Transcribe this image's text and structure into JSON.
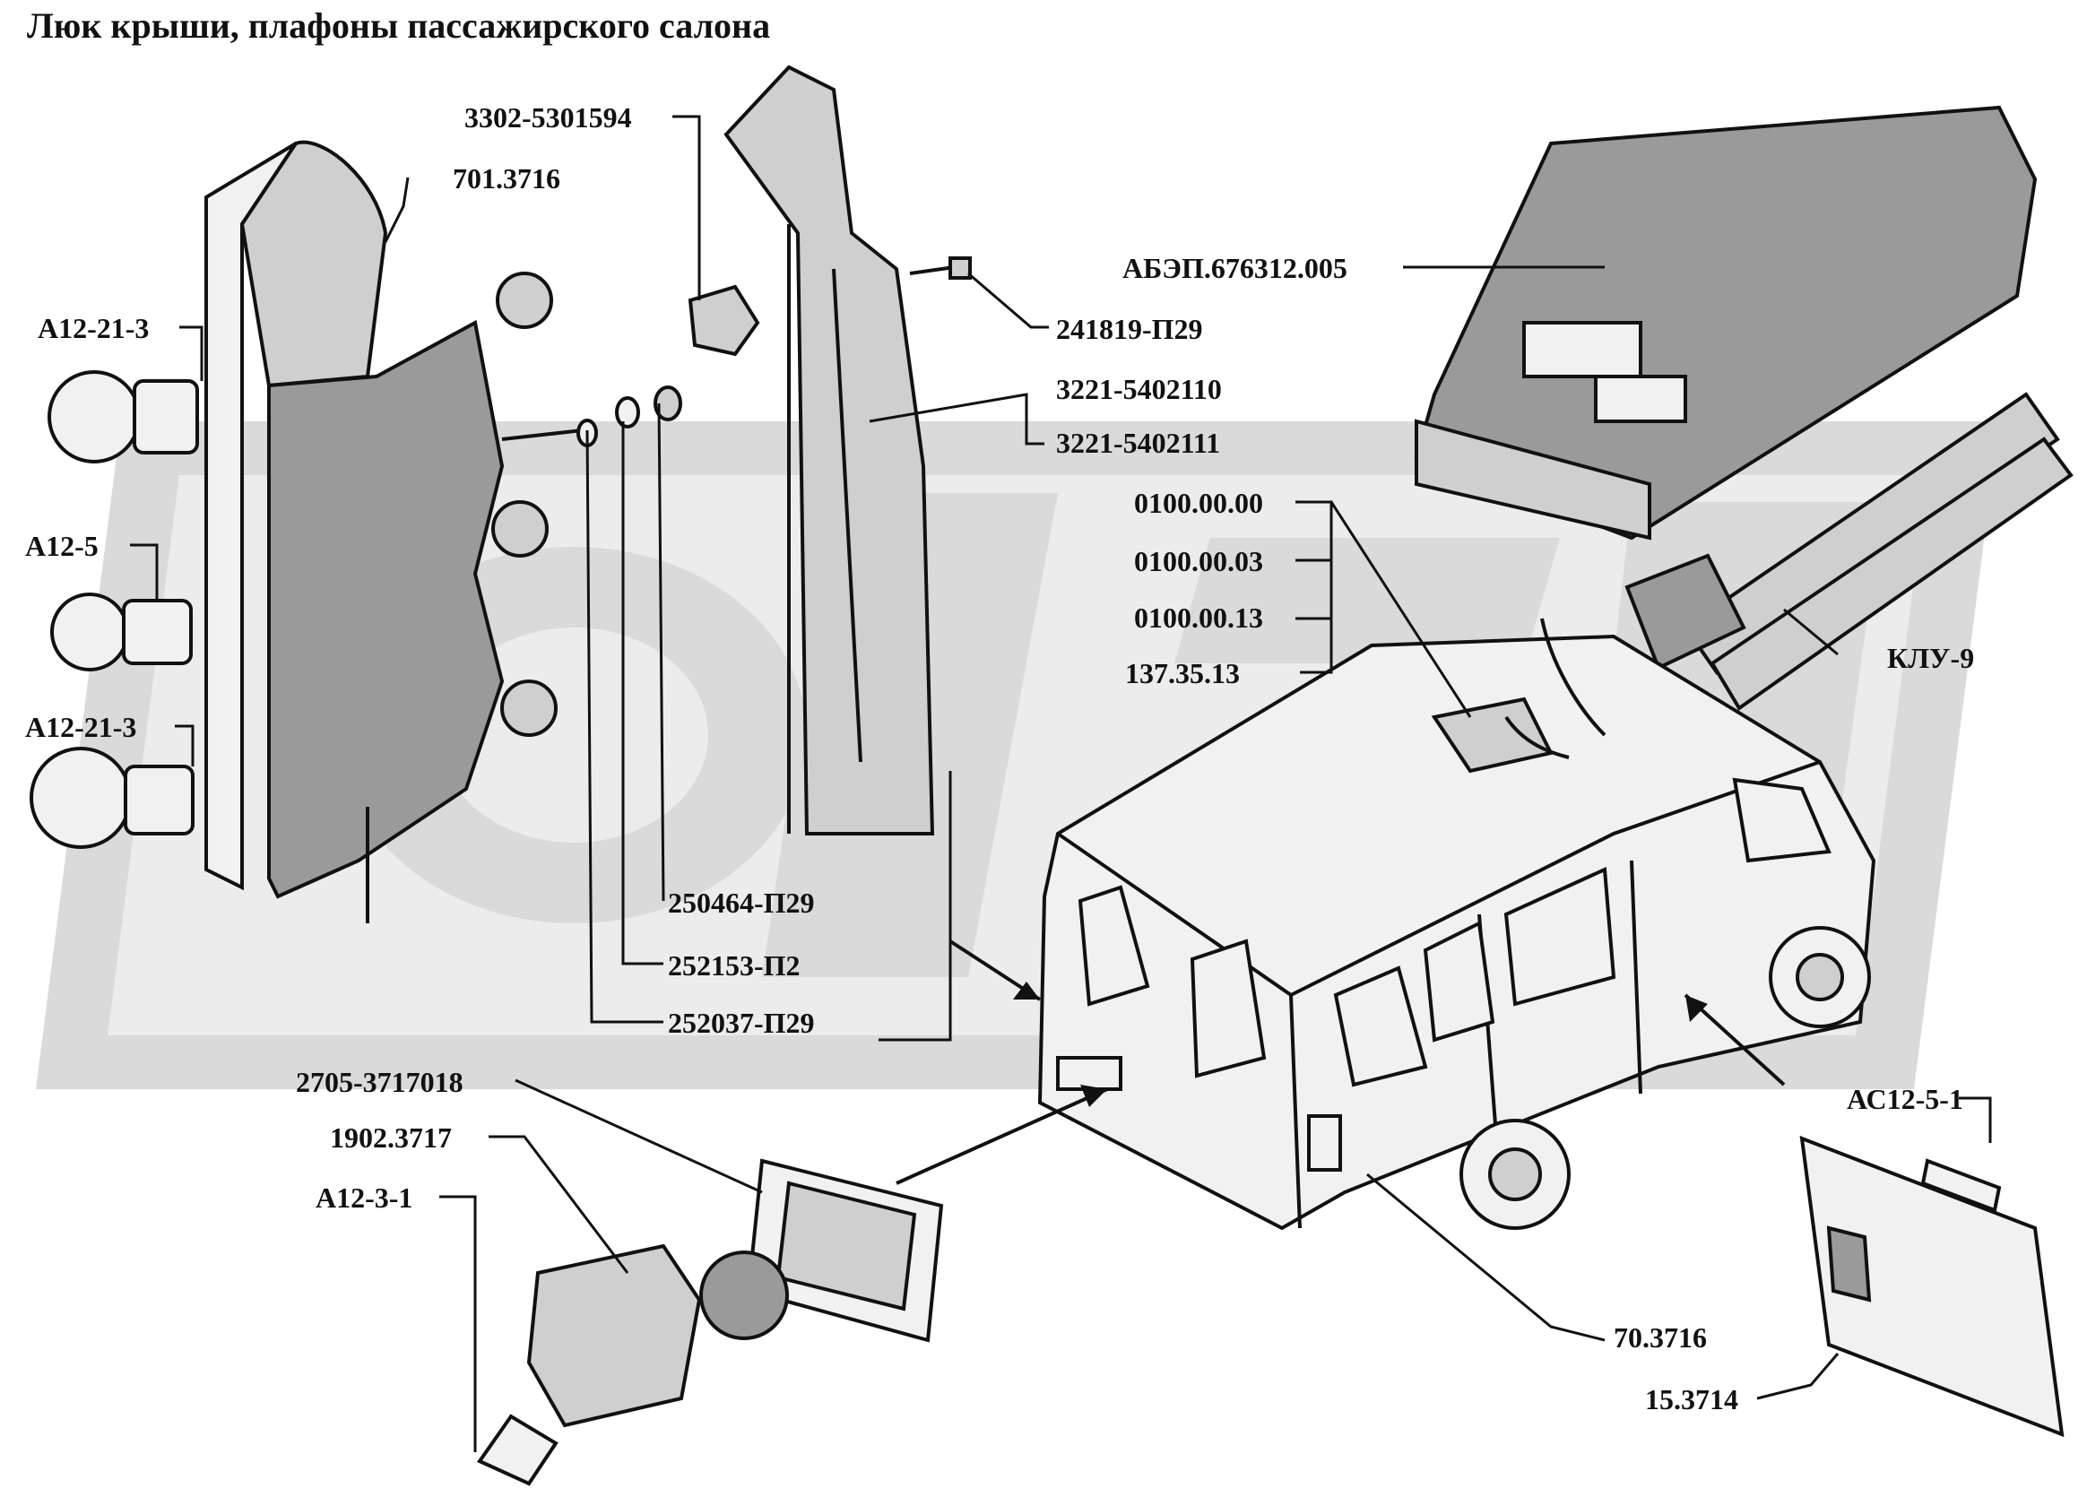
{
  "title": "Люк крыши, плафоны пассажирского салона",
  "colors": {
    "ink": "#111111",
    "watermark": "#dadada",
    "part_fill": "#f1f1f1",
    "shade": "#9a9a9a"
  },
  "labels": {
    "p3302_5301594": "3302-5301594",
    "p701_3716": "701.3716",
    "a12_21_3_top": "А12-21-3",
    "a12_5": "А12-5",
    "a12_21_3_bottom": "А12-21-3",
    "p241819_p29": "241819-П29",
    "p3221_5402110": "3221-5402110",
    "p3221_5402111": "3221-5402111",
    "abep_676312_005": "АБЭП.676312.005",
    "p0100_00_00": "0100.00.00",
    "p0100_00_03": "0100.00.03",
    "p0100_00_13": "0100.00.13",
    "p137_35_13": "137.35.13",
    "klu_9": "КЛУ-9",
    "p250464_p29": "250464-П29",
    "p252153_p2": "252153-П2",
    "p252037_p29": "252037-П29",
    "p2705_3717018": "2705-3717018",
    "p1902_3717": "1902.3717",
    "a12_3_1": "А12-3-1",
    "p70_3716": "70.3716",
    "ac12_5_1": "АС12-5-1",
    "p15_3714": "15.3714"
  }
}
